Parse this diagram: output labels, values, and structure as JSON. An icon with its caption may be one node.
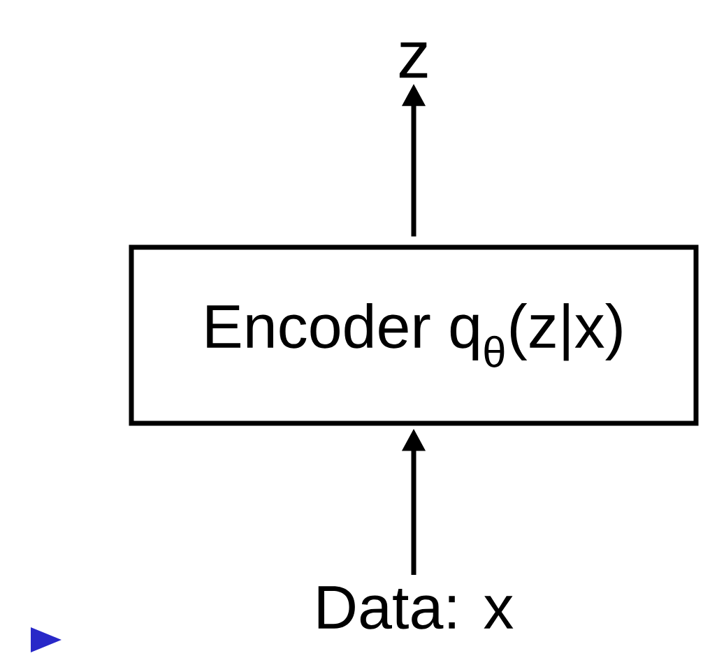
{
  "diagram": {
    "nodes": [
      {
        "text": [
          "z"
        ]
      },
      {
        "text": [
          "Encoder q$_{θ}$(z|x)"
        ]
      },
      {
        "text": [
          "Data: x"
        ]
      }
    ],
    "edges": [
      {
        "from": 2,
        "to": 1,
        "arrow": "to"
      },
      {
        "from": 1,
        "to": 0,
        "arrow": "to"
      }
    ]
  }
}
